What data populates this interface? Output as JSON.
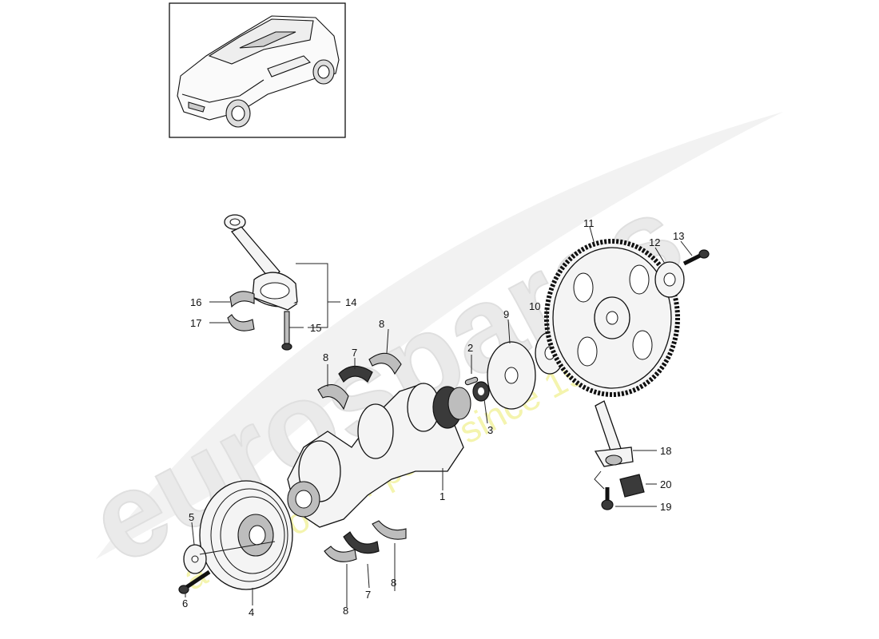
{
  "watermark": {
    "brand": "eurospares",
    "tagline": "a passion for parts since 1985",
    "brand_color": "#e6e6e6",
    "tagline_color": "#f2f2a0"
  },
  "inset": {
    "icon": "suv-vehicle-icon"
  },
  "callouts": [
    {
      "id": "c1",
      "text": "1"
    },
    {
      "id": "c2",
      "text": "2"
    },
    {
      "id": "c3",
      "text": "3"
    },
    {
      "id": "c4",
      "text": "4"
    },
    {
      "id": "c5",
      "text": "5"
    },
    {
      "id": "c6",
      "text": "6"
    },
    {
      "id": "c7a",
      "text": "7"
    },
    {
      "id": "c7b",
      "text": "7"
    },
    {
      "id": "c8a",
      "text": "8"
    },
    {
      "id": "c8b",
      "text": "8"
    },
    {
      "id": "c8c",
      "text": "8"
    },
    {
      "id": "c8d",
      "text": "8"
    },
    {
      "id": "c9",
      "text": "9"
    },
    {
      "id": "c10",
      "text": "10"
    },
    {
      "id": "c11",
      "text": "11"
    },
    {
      "id": "c12",
      "text": "12"
    },
    {
      "id": "c13",
      "text": "13"
    },
    {
      "id": "c14",
      "text": "14"
    },
    {
      "id": "c15",
      "text": "15"
    },
    {
      "id": "c16",
      "text": "16"
    },
    {
      "id": "c17",
      "text": "17"
    },
    {
      "id": "c18",
      "text": "18"
    },
    {
      "id": "c19",
      "text": "19"
    },
    {
      "id": "c20",
      "text": "20"
    }
  ]
}
